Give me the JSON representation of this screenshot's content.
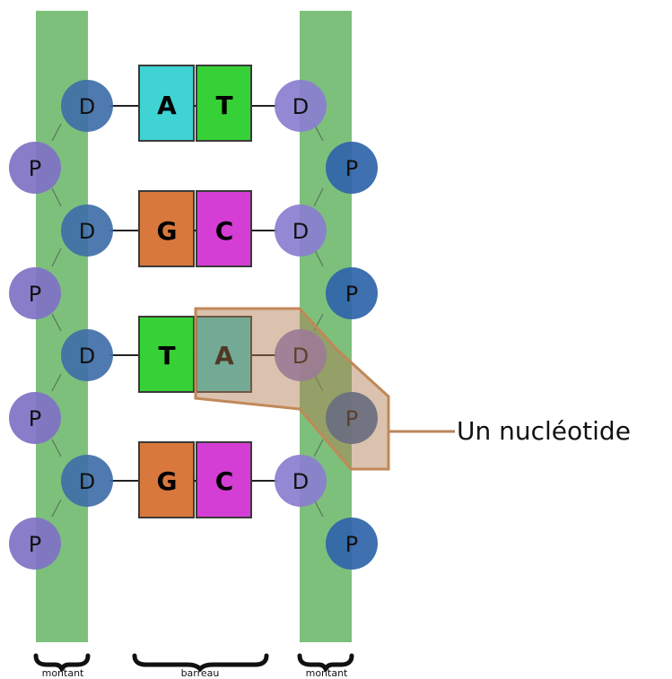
{
  "diagram": {
    "phosphate_label": "P",
    "sugar_label": "D",
    "rungs": [
      {
        "left_base": "A",
        "right_base": "T",
        "left_color": "#3fd3d3",
        "right_color": "#36d136"
      },
      {
        "left_base": "G",
        "right_base": "C",
        "left_color": "#d9783c",
        "right_color": "#d43ed4"
      },
      {
        "left_base": "T",
        "right_base": "A",
        "left_color": "#36d136",
        "right_color": "#3fd3d3"
      },
      {
        "left_base": "G",
        "right_base": "C",
        "left_color": "#d9783c",
        "right_color": "#d43ed4"
      }
    ],
    "brace_labels": {
      "left": "montant",
      "middle": "barreau",
      "right": "montant"
    },
    "callout": "Un nucléotide",
    "colors": {
      "strand": "#7dc07c",
      "sugar_left": "#3f6fa8",
      "sugar_right": "#8a7ed0",
      "phosphate_left": "#7f72c5",
      "phosphate_right": "#2f64a9",
      "highlight_fill": "#b07b4e",
      "highlight_stroke": "#c08858",
      "bond": "#222222"
    }
  }
}
